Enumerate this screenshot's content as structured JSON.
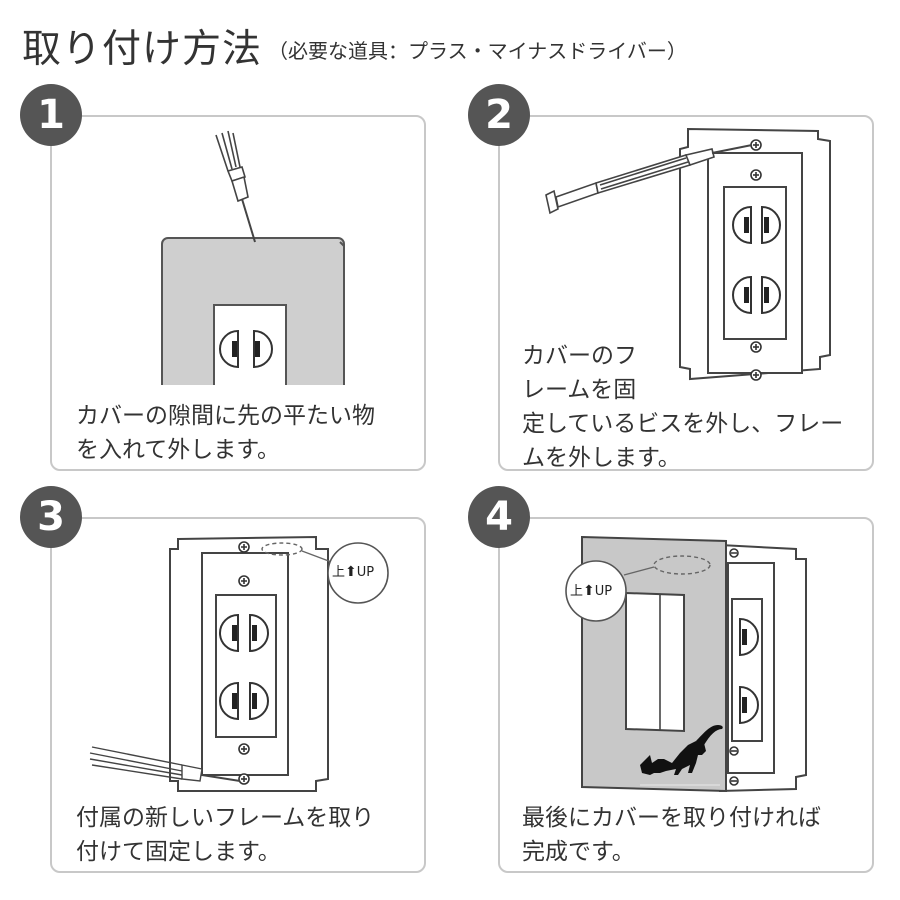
{
  "header": {
    "title": "取り付け方法",
    "subtitle": "（必要な道具：プラス・マイナスドライバー）"
  },
  "steps": [
    {
      "number": "1",
      "caption_lines": [
        "カバーの隙間に先の平たい物",
        "を入れて外します。"
      ]
    },
    {
      "number": "2",
      "caption_lines": [
        "カバーのフ",
        "レームを固",
        "定しているビスを外し、フレー",
        "ムを外します。"
      ]
    },
    {
      "number": "3",
      "caption_lines": [
        "付属の新しいフレームを取り",
        "付けて固定します。"
      ],
      "callout": {
        "kanji": "上",
        "arrow": "⬆",
        "latin": "UP"
      }
    },
    {
      "number": "4",
      "caption_lines": [
        "最後にカバーを取り付ければ",
        "完成です。"
      ],
      "callout": {
        "kanji": "上",
        "arrow": "⬆",
        "latin": "UP"
      }
    }
  ],
  "colors": {
    "badge": "#555555",
    "panel_border": "#c8c8c8",
    "cover_plate": "#c8c8c8",
    "text": "#333333"
  },
  "icons": [
    "screwdriver-icon",
    "outlet-icon",
    "screw-icon",
    "cat-silhouette-icon",
    "up-arrow-icon"
  ]
}
